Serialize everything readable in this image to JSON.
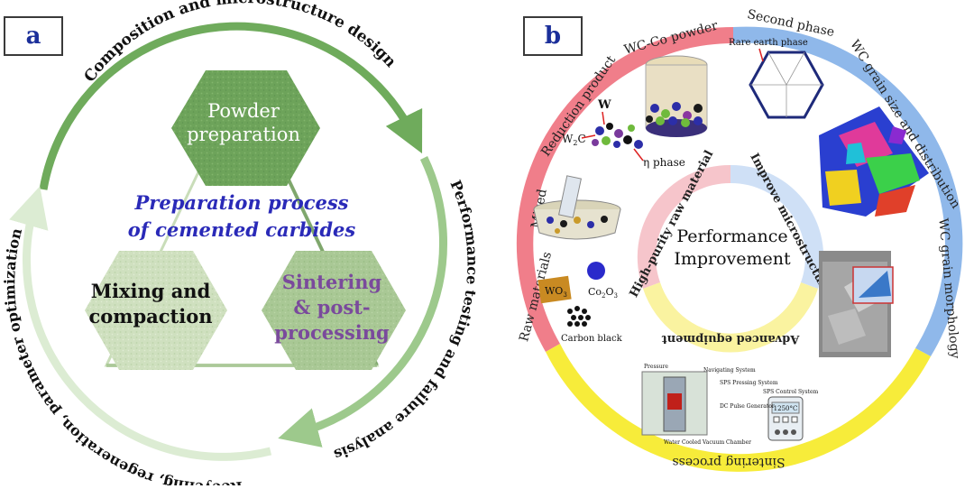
{
  "panel_a": {
    "label": "a",
    "arc_top": "Composition and microstructure design",
    "arc_right": "Performance testing and failure analysis",
    "arc_left": "Recycling, regeneration, parameter optimization",
    "hex_top": [
      "Powder",
      "preparation"
    ],
    "hex_left": [
      "Mixing and",
      "compaction"
    ],
    "hex_right": [
      "Sintering",
      "& post-",
      "processing"
    ],
    "center": [
      "Preparation process",
      "of cemented carbides"
    ],
    "colors": {
      "arc_dark": "#6fab5c",
      "arc_mid": "#9dc98c",
      "arc_light": "#dcecd3",
      "hex_dark": "#6da35a",
      "hex_light": "#cfe0bf",
      "center_text": "#2a2ab8"
    }
  },
  "panel_b": {
    "label": "b",
    "outer_red_labels": [
      "Raw materials",
      "Mixed",
      "Reduction product",
      "WC-Co powder"
    ],
    "outer_blue_labels": [
      "Second phase",
      "WC grain size and distribution",
      "WC grain morphology"
    ],
    "outer_yellow_label": "Sintering process",
    "inner_red": "High-purity raw material",
    "inner_blue": "Improve microstructure",
    "inner_yellow": "Advanced equipment",
    "center": [
      "Performance",
      "Improvement"
    ],
    "annotations": {
      "w": "W",
      "w2c": "W",
      "w2c_sub": "2",
      "w2c_tail": "C",
      "eta": "η phase",
      "rare_earth": "Rare earth phase",
      "wo3": "WO",
      "wo3_sub": "3",
      "co2o3": "Co",
      "co2o3_sub1": "2",
      "co2o3_mid": "O",
      "co2o3_sub2": "3",
      "carbon": "Carbon black",
      "sps1": "SPS Pressing System",
      "sps2": "DC Pulse Generator",
      "sps3": "SPS Control System",
      "sps4": "Pressure",
      "sps5": "Water Cooled Vacuum Chamber",
      "sps6": "Navigating System",
      "temp": "1250°C"
    },
    "colors": {
      "red": "#f07e8a",
      "blue": "#8fb8ea",
      "yellow": "#f7ec3a",
      "inner_red": "#f6c5cb",
      "inner_blue": "#cfe0f6",
      "inner_yellow": "#faf3a0"
    }
  }
}
